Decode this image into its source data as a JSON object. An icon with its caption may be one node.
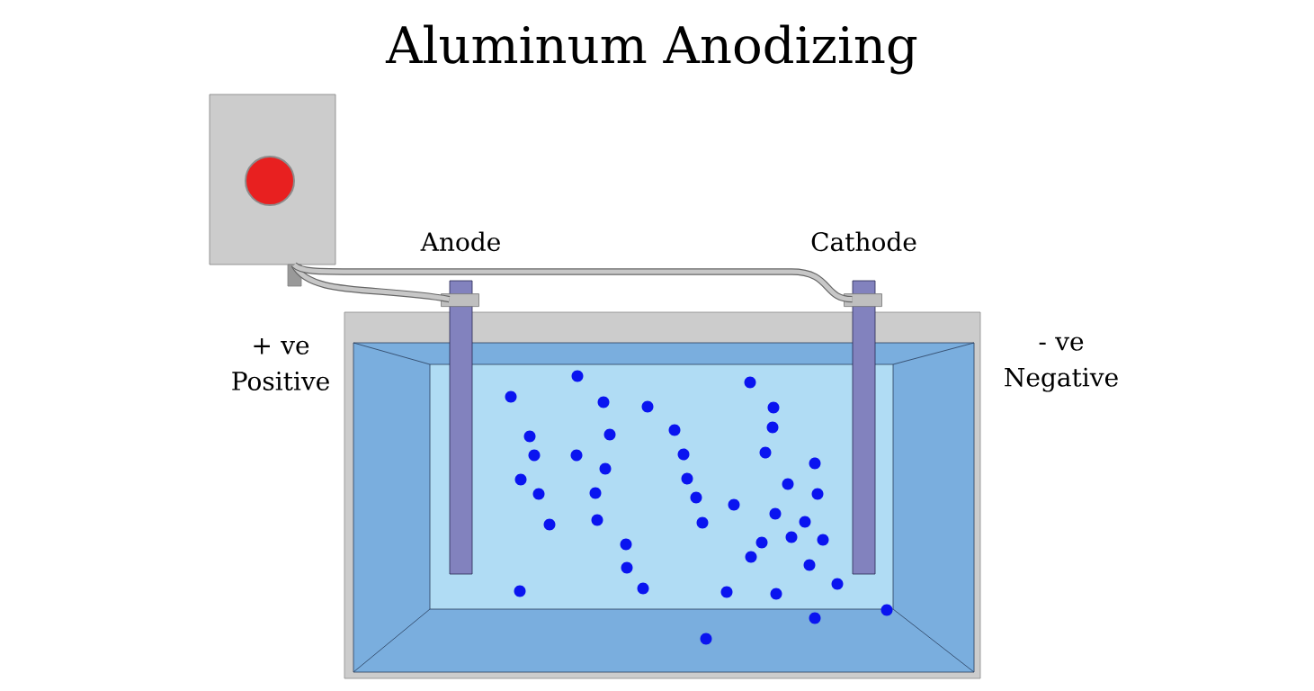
{
  "diagram": {
    "title": "Aluminum Anodizing",
    "nodes": [
      {
        "text": [],
        "shape": "box"
      },
      {
        "text": [
          "Anode"
        ]
      },
      {
        "text": [
          "Cathode"
        ]
      }
    ],
    "edges": [
      {
        "from": 0,
        "to": 1,
        "arrow": "none"
      },
      {
        "from": 0,
        "to": 2,
        "arrow": "none"
      }
    ],
    "labels": [
      "+ ve Positive",
      "- ve Negative"
    ]
  }
}
